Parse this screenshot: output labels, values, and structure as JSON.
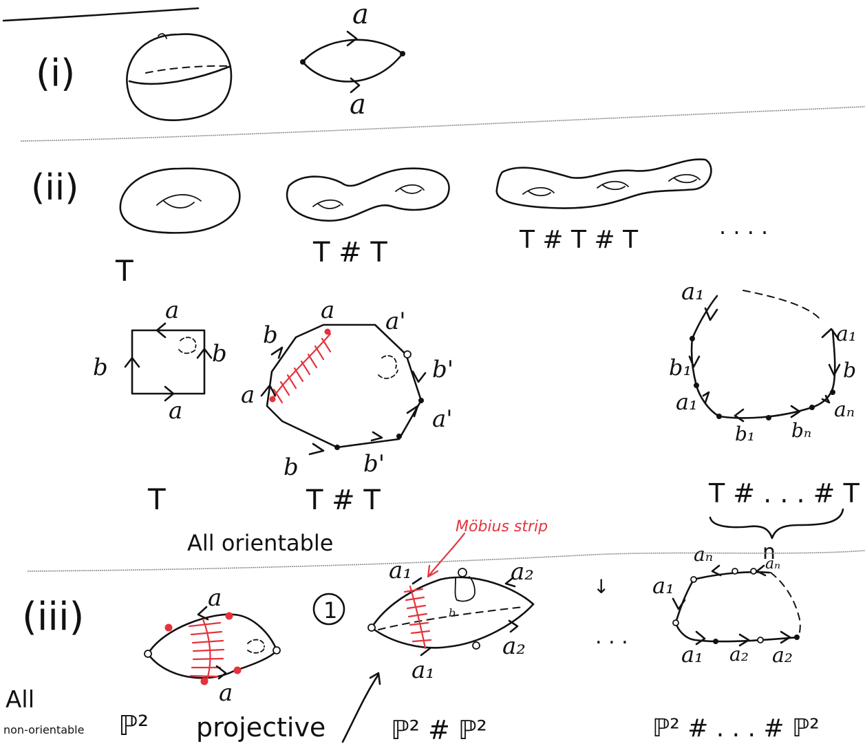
{
  "section_labels": {
    "i": "(i)",
    "ii": "(ii)",
    "iii": "(iii)"
  },
  "edge_labels": {
    "a": "a",
    "b": "b",
    "a_prime": "a'",
    "b_prime": "b'",
    "a1": "a₁",
    "a2": "a₂",
    "b1": "b₁",
    "an": "aₙ",
    "bn": "bₙ"
  },
  "surface_names": {
    "torus": "T",
    "double_torus": "T # T",
    "triple_torus": "T # T # T",
    "continuation": ". . . .",
    "torus_poly": "T",
    "double_torus_poly": "T # T",
    "n_torus": "T # . . . # T"
  },
  "notes": {
    "all_orientable": "All   orientable",
    "mobius_strip": "Möbius strip",
    "all": "All",
    "non_orientable": "non-orientable",
    "projective": "projective",
    "rp2": "ℙ²",
    "rp2_sum": "ℙ² # ℙ²",
    "rp2_n_sum": "ℙ² # . . . # ℙ²",
    "ellipsis": ". . .",
    "circled_one": "1",
    "arrow_down": "↓",
    "n_marker": "n",
    "b_dot": "b"
  },
  "colors": {
    "ink": "#111111",
    "annotation": "#e5333c",
    "divider": "#8a8a8a"
  }
}
